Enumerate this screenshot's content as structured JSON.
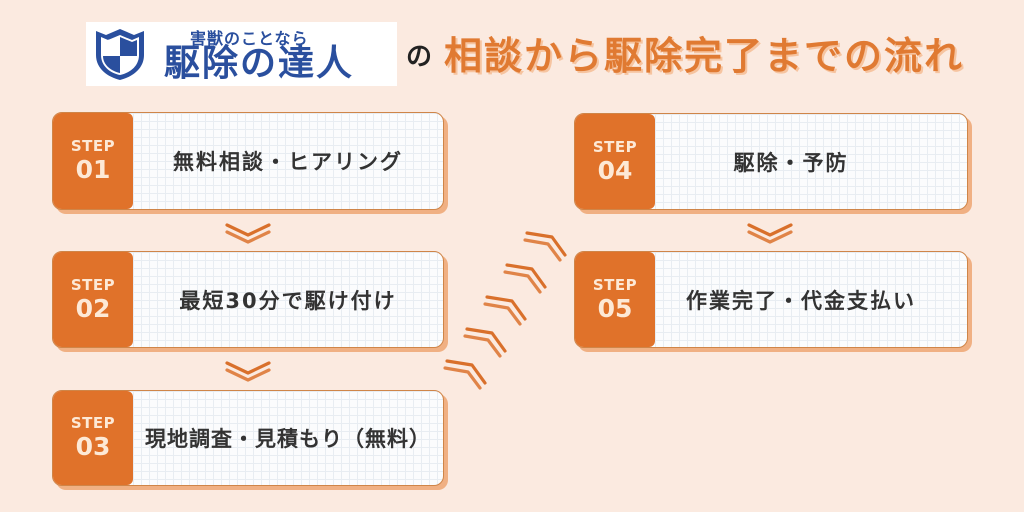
{
  "header": {
    "logo": {
      "icon": "shield-icon",
      "tagline": "害獣のことなら",
      "name": "駆除の達人"
    },
    "connector": "の",
    "title": "相談から駆除完了までの流れ"
  },
  "steps": [
    {
      "label": "STEP",
      "number": "01",
      "text": "無料相談・ヒアリング"
    },
    {
      "label": "STEP",
      "number": "02",
      "text": "最短30分で駆け付け"
    },
    {
      "label": "STEP",
      "number": "03",
      "text": "現地調査・見積もり（無料）"
    },
    {
      "label": "STEP",
      "number": "04",
      "text": "駆除・予防"
    },
    {
      "label": "STEP",
      "number": "05",
      "text": "作業完了・代金支払い"
    }
  ],
  "arrows": {
    "down": [
      "step01-to-step02",
      "step02-to-step03",
      "step04-to-step05"
    ],
    "diagonal": "step03-to-step04"
  },
  "colors": {
    "background": "#fbeae0",
    "accent": "#e0722a",
    "title": "#e07a32",
    "logo_blue": "#2a4f9e",
    "text": "#333333"
  }
}
